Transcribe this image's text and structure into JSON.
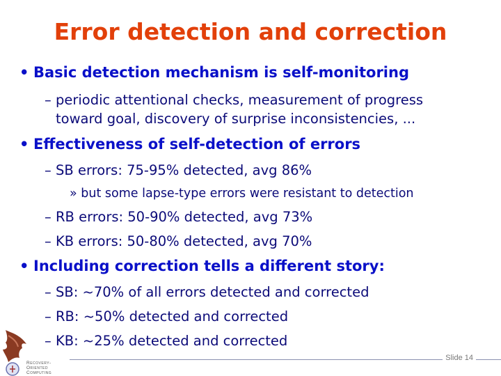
{
  "title": "Error detection and correction",
  "bullets": [
    {
      "text": "Basic detection mechanism is self-monitoring"
    },
    {
      "text": "periodic attentional checks, measurement of progress"
    },
    {
      "text": "toward goal, discovery of surprise inconsistencies, ..."
    },
    {
      "text": "Effectiveness of self-detection of errors"
    },
    {
      "text": "SB errors: 75-95% detected, avg 86%"
    },
    {
      "text": "but some lapse-type errors were resistant to detection"
    },
    {
      "text": "RB errors: 50-90% detected, avg 73%"
    },
    {
      "text": "KB errors: 50-80% detected, avg 70%"
    },
    {
      "text": "Including correction tells a different story:"
    },
    {
      "text": "SB: ~70% of all errors detected and corrected"
    },
    {
      "text": "RB: ~50% detected and corrected"
    },
    {
      "text": "KB: ~25% detected and corrected"
    }
  ],
  "markers": {
    "level1": "•",
    "level2": "–",
    "level3": "»"
  },
  "footer": {
    "slide_number": "Slide 14",
    "logo_text": [
      "Recovery-",
      "Oriented",
      "Computing"
    ]
  },
  "colors": {
    "title": "#e2400a",
    "level1": "#0a10c8",
    "body": "#0b0a78"
  }
}
